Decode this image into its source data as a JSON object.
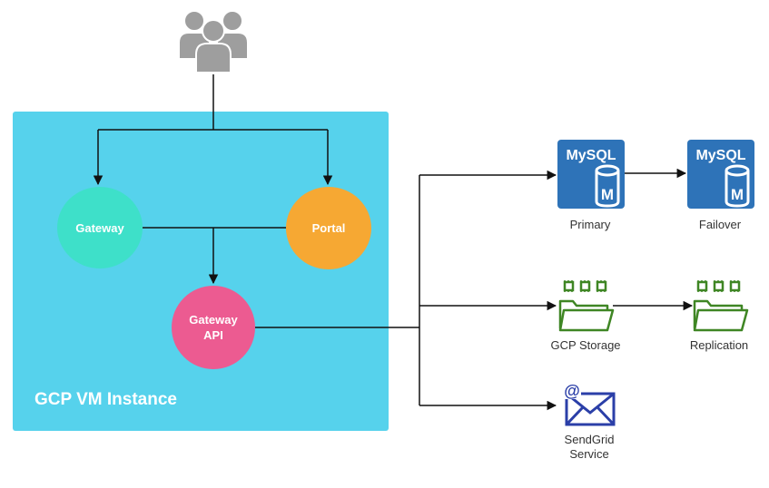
{
  "vm_instance": {
    "title": "GCP VM Instance"
  },
  "nodes": {
    "gateway": "Gateway",
    "portal": "Portal",
    "gateway_api_line1": "Gateway",
    "gateway_api_line2": "API"
  },
  "services": {
    "mysql_primary": {
      "logo": "MySQL",
      "letter": "M",
      "label": "Primary"
    },
    "mysql_failover": {
      "logo": "MySQL",
      "letter": "M",
      "label": "Failover"
    },
    "gcp_storage": {
      "label": "GCP Storage"
    },
    "replication": {
      "label": "Replication"
    },
    "sendgrid": {
      "label_line1": "SendGrid",
      "label_line2": "Service",
      "symbol": "@"
    }
  },
  "icons": {
    "users": "users-group-icon",
    "mysql": "mysql-database-icon",
    "storage": "storage-bucket-icon",
    "email": "email-envelope-icon"
  },
  "colors": {
    "vm_box": "#56d2ec",
    "gateway": "#3ee0c9",
    "portal": "#f6a833",
    "gateway_api": "#ec5b91",
    "mysql": "#2e73b8",
    "storage": "#3f8624",
    "email": "#2b3fa8",
    "users": "#9e9e9e"
  }
}
